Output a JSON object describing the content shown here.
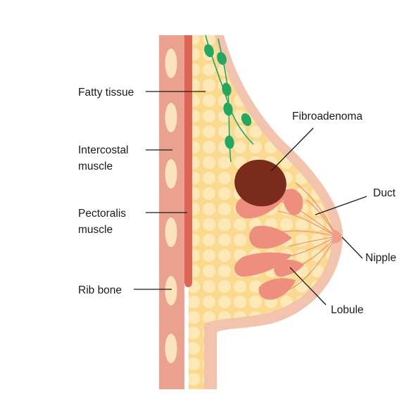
{
  "labels": {
    "fatty_tissue": "Fatty tissue",
    "intercostal_line1": "Intercostal",
    "intercostal_line2": "muscle",
    "pectoralis_line1": "Pectoralis",
    "pectoralis_line2": "muscle",
    "rib_bone": "Rib bone",
    "fibroadenoma": "Fibroadenoma",
    "duct": "Duct",
    "nipple": "Nipple",
    "lobule": "Lobule"
  },
  "colors": {
    "skin": "#f2c4ae",
    "fat": "#fbd98e",
    "fat_cells": "#fde8b8",
    "chest_wall": "#eaa190",
    "rib": "#fbe3bd",
    "pectoralis": "#de6456",
    "lobule": "#ee8e7e",
    "duct_line": "#e88a7a",
    "nipple": "#f19b8b",
    "fibroadenoma": "#7b2b1c",
    "lymph_node": "#22a861",
    "lymph_vessel": "#22a861"
  }
}
